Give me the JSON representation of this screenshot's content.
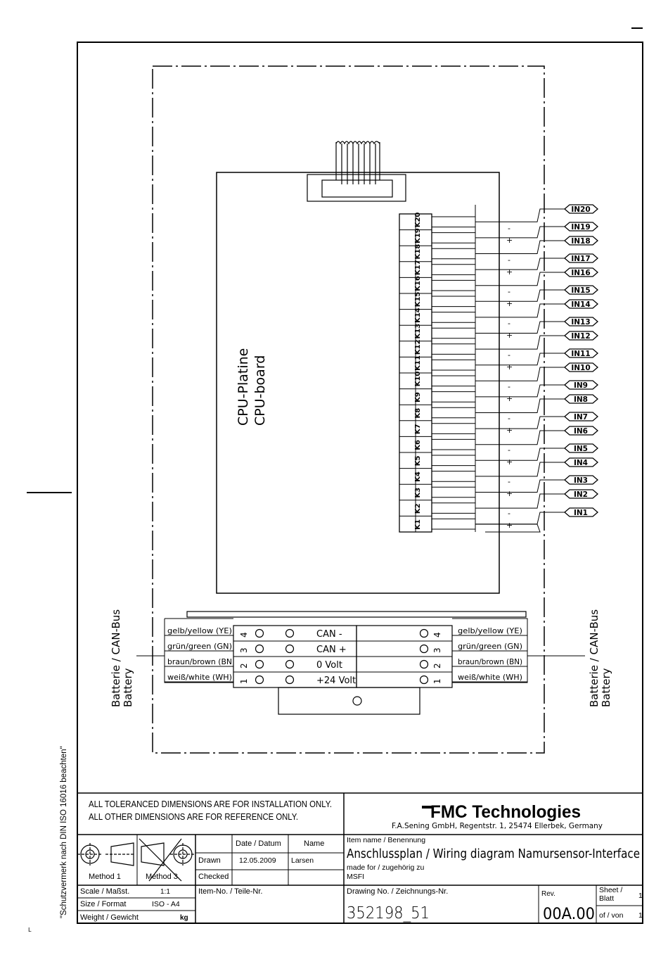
{
  "side_note": "\"Schutzvermerk nach DIN ISO 16016 beachten\"",
  "board": {
    "line1": "CPU-Platine",
    "line2": "CPU-board"
  },
  "k_labels": [
    "K20",
    "K19",
    "K18",
    "K17",
    "K16",
    "K15",
    "K14",
    "K13",
    "K12",
    "K11",
    "K10",
    "K9",
    "K8",
    "K7",
    "K6",
    "K5",
    "K4",
    "K3",
    "K2",
    "K1"
  ],
  "inputs": [
    "IN20",
    "IN19",
    "IN18",
    "IN17",
    "IN16",
    "IN15",
    "IN14",
    "IN13",
    "IN12",
    "IN11",
    "IN10",
    "IN9",
    "IN8",
    "IN7",
    "IN6",
    "IN5",
    "IN4",
    "IN3",
    "IN2",
    "IN1"
  ],
  "polarity": {
    "minus": "-",
    "plus": "+"
  },
  "connector": {
    "left_wires": [
      "gelb/yellow (YE)",
      "grün/green (GN)",
      "braun/brown (BN",
      "weiß/white (WH)"
    ],
    "right_wires": [
      "gelb/yellow (YE)",
      "grün/green (GN)",
      "braun/brown (BN)",
      "weiß/white (WH)"
    ],
    "pins": [
      "4",
      "3",
      "2",
      "1"
    ],
    "signals": [
      "CAN -",
      "CAN +",
      "0 Volt",
      "+24 Volt"
    ]
  },
  "side_label": {
    "line1": "Batterie / CAN-Bus",
    "line2": "Battery"
  },
  "title_block": {
    "tolerance_note_1": "ALL TOLERANCED DIMENSIONS ARE FOR INSTALLATION ONLY.",
    "tolerance_note_2": "ALL OTHER DIMENSIONS ARE FOR REFERENCE ONLY.",
    "company_logo": "FMC Technologies",
    "company_address": "F.A.Sening GmbH, Regentstr. 1, 25474 Ellerbek, Germany",
    "method1": "Method 1",
    "method3": "Method 3",
    "date_header": "Date / Datum",
    "name_header": "Name",
    "drawn_label": "Drawn",
    "drawn_date": "12.05.2009",
    "drawn_name": "Larsen",
    "checked_label": "Checked",
    "item_name_label": "Item name / Benennung",
    "item_name": "Anschlussplan / Wiring diagram Namursensor-Interface",
    "made_for_label": "made for / zugehörig zu",
    "made_for": "MSFI",
    "scale_label": "Scale / Maßst.",
    "scale_value": "1:1",
    "size_label": "Size / Format",
    "size_value": "ISO - A4",
    "weight_label": "Weight / Gewicht",
    "weight_unit": "kg",
    "item_no_label": "Item-No. / Teile-Nr.",
    "drawing_no_label": "Drawing No. / Zeichnungs-Nr.",
    "drawing_no": "352198_51",
    "rev_label": "Rev.",
    "rev_value": "00A.00",
    "sheet_label_1": "Sheet /",
    "sheet_label_2": "Blatt",
    "sheet_value": "1",
    "of_label": "of / von",
    "of_value": "1"
  },
  "corner_mark": "L"
}
